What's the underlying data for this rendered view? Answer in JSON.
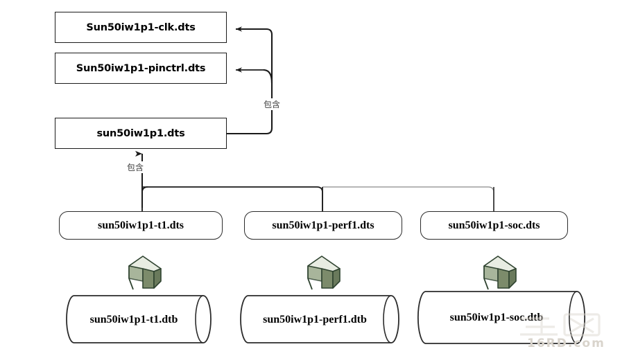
{
  "diagram": {
    "title": "sun50iw1p1 device tree source include hierarchy",
    "stroke_color": "#1a1a1a",
    "light_stroke_color": "#8a8a8a",
    "arrow_icon_fill": "#7c8b6b",
    "arrow_icon_stroke": "#2f4330",
    "arrow_icon_top_fill": "#e8ece2"
  },
  "top_nodes": [
    {
      "id": "clk",
      "label": "Sun50iw1p1-clk.dts"
    },
    {
      "id": "pinctrl",
      "label": "Sun50iw1p1-pinctrl.dts"
    }
  ],
  "root_node": {
    "id": "root",
    "label": "sun50iw1p1.dts"
  },
  "edge_labels": {
    "include_right": "包含",
    "include_bottom": "包含"
  },
  "dts_nodes": [
    {
      "id": "t1",
      "label": "sun50iw1p1-t1.dts"
    },
    {
      "id": "perf1",
      "label": "sun50iw1p1-perf1.dts"
    },
    {
      "id": "soc",
      "label": "sun50iw1p1-soc.dts"
    }
  ],
  "dtb_nodes": [
    {
      "id": "t1dtb",
      "label": "sun50iw1p1-t1.dtb"
    },
    {
      "id": "perf1dtb",
      "label": "sun50iw1p1-perf1.dtb"
    },
    {
      "id": "socdtb",
      "label": "sun50iw1p1-soc.dtb"
    }
  ],
  "compile_icons": [
    {
      "id": "compile-t1",
      "name": "compile-arrow-icon"
    },
    {
      "id": "compile-perf1",
      "name": "compile-arrow-icon"
    },
    {
      "id": "compile-soc",
      "name": "compile-arrow-icon"
    }
  ],
  "watermark": {
    "site": "16RD.com"
  }
}
